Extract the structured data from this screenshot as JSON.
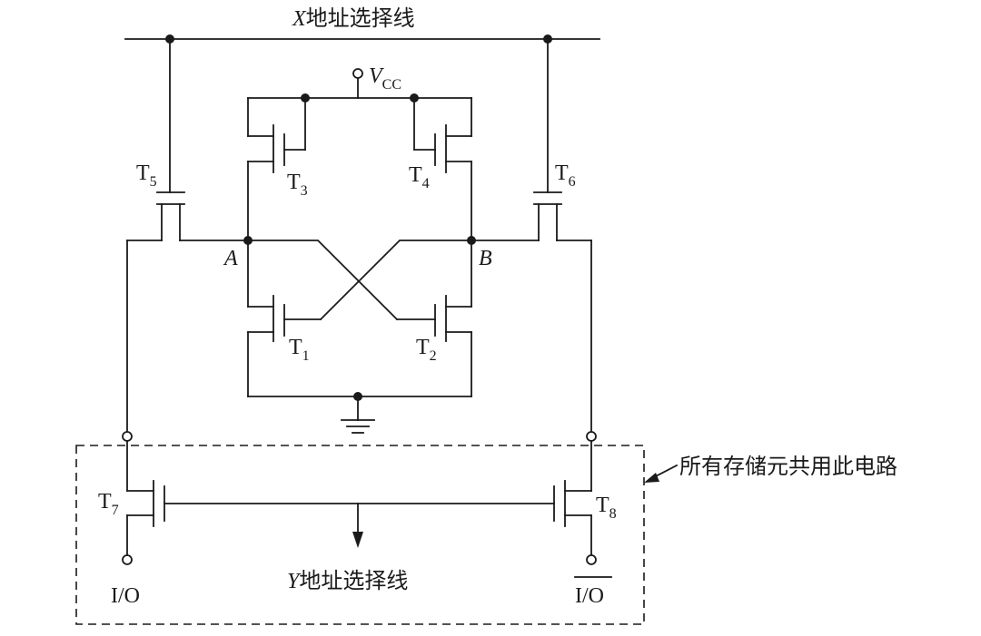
{
  "x_line": {
    "var": "X",
    "text": "地址选择线"
  },
  "y_line": {
    "var": "Y",
    "text": "地址选择线"
  },
  "vcc": {
    "main": "V",
    "sub": "CC"
  },
  "nodes": {
    "a": "A",
    "b": "B"
  },
  "transistors": {
    "t1": {
      "main": "T",
      "sub": "1"
    },
    "t2": {
      "main": "T",
      "sub": "2"
    },
    "t3": {
      "main": "T",
      "sub": "3"
    },
    "t4": {
      "main": "T",
      "sub": "4"
    },
    "t5": {
      "main": "T",
      "sub": "5"
    },
    "t6": {
      "main": "T",
      "sub": "6"
    },
    "t7": {
      "main": "T",
      "sub": "7"
    },
    "t8": {
      "main": "T",
      "sub": "8"
    }
  },
  "io_left": "I/O",
  "io_right": "I/O",
  "shared_note": "所有存储元共用此电路"
}
